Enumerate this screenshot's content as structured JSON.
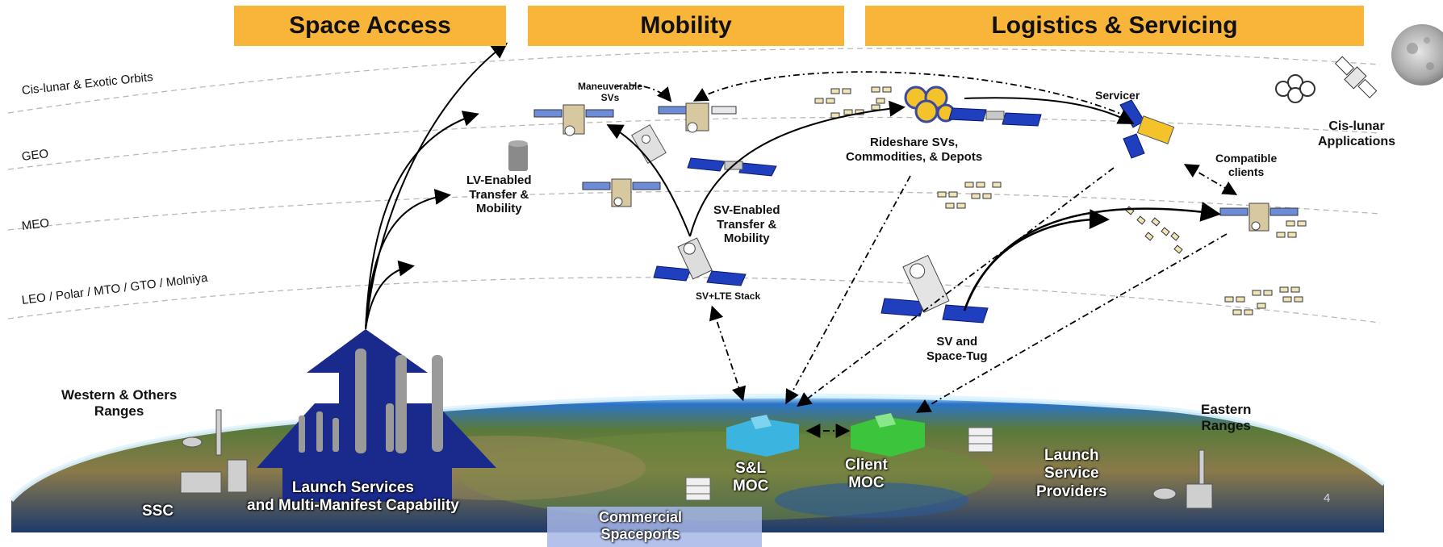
{
  "headers": {
    "space_access": "Space Access",
    "mobility": "Mobility",
    "logistics": "Logistics & Servicing"
  },
  "orbits": {
    "cislunar": "Cis-lunar & Exotic Orbits",
    "geo": "GEO",
    "meo": "MEO",
    "leo": "LEO / Polar / MTO / GTO / Molniya"
  },
  "labels": {
    "maneuverable_svs_1": "Maneuverable",
    "maneuverable_svs_2": "SVs",
    "lv_enabled_1": "LV-Enabled",
    "lv_enabled_2": "Transfer &",
    "lv_enabled_3": "Mobility",
    "sv_enabled_1": "SV-Enabled",
    "sv_enabled_2": "Transfer &",
    "sv_enabled_3": "Mobility",
    "sv_lte_stack": "SV+LTE Stack",
    "rideshare_1": "Rideshare SVs,",
    "rideshare_2": "Commodities, & Depots",
    "servicer": "Servicer",
    "compatible_1": "Compatible",
    "compatible_2": "clients",
    "cislunar_apps_1": "Cis-lunar",
    "cislunar_apps_2": "Applications",
    "sv_tug_1": "SV and",
    "sv_tug_2": "Space-Tug",
    "western_1": "Western & Others",
    "western_2": "Ranges",
    "eastern_1": "Eastern",
    "eastern_2": "Ranges",
    "ssc": "SSC",
    "launch_services_1": "Launch Services",
    "launch_services_2": "and Multi-Manifest Capability",
    "sl_moc_1": "S&L",
    "sl_moc_2": "MOC",
    "client_moc_1": "Client",
    "client_moc_2": "MOC",
    "launch_providers_1": "Launch",
    "launch_providers_2": "Service",
    "launch_providers_3": "Providers",
    "spaceports_1": "Commercial",
    "spaceports_2": "Spaceports",
    "page_number": "4"
  },
  "colors": {
    "header_bg": "#f8b53a",
    "arrow_blue": "#1a2a8c",
    "sl_moc": "#3cb4e0",
    "client_moc": "#3cc43c",
    "panel_blue": "#1f3fbf"
  }
}
